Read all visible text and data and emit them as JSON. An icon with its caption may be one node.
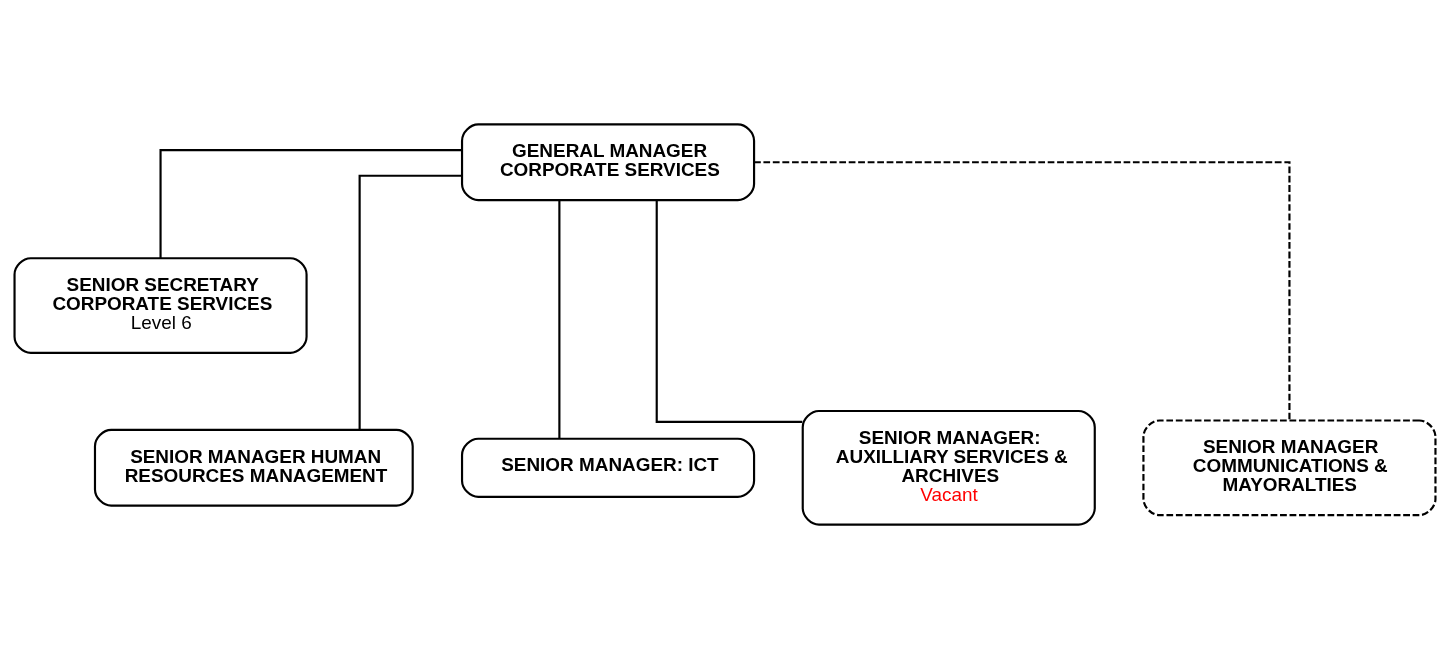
{
  "diagram": {
    "nodes": [
      {
        "text": [
          "GENERAL MANAGER CORPORATE SERVICES"
        ]
      },
      {
        "text": [
          "SENIOR SECRETARY CORPORATE SERVICES",
          "Level 6"
        ]
      },
      {
        "text": [
          "SENIOR MANAGER HUMAN RESOURCES MANAGEMENT"
        ]
      },
      {
        "text": [
          "SENIOR MANAGER: ICT"
        ]
      },
      {
        "text": [
          "SENIOR MANAGER: AUXILLIARY SERVICES & ARCHIVES",
          "Vacant"
        ]
      },
      {
        "text": [
          "SENIOR MANAGER COMMUNICATIONS & MAYORALTIES"
        ]
      }
    ],
    "edges": [
      {
        "from": 0,
        "to": 1,
        "arrow": "none"
      },
      {
        "from": 0,
        "to": 2,
        "arrow": "none"
      },
      {
        "from": 0,
        "to": 3,
        "arrow": "none"
      },
      {
        "from": 0,
        "to": 4,
        "arrow": "none"
      },
      {
        "from": 0,
        "to": 5,
        "arrow": "none",
        "style": "dashed"
      }
    ]
  }
}
